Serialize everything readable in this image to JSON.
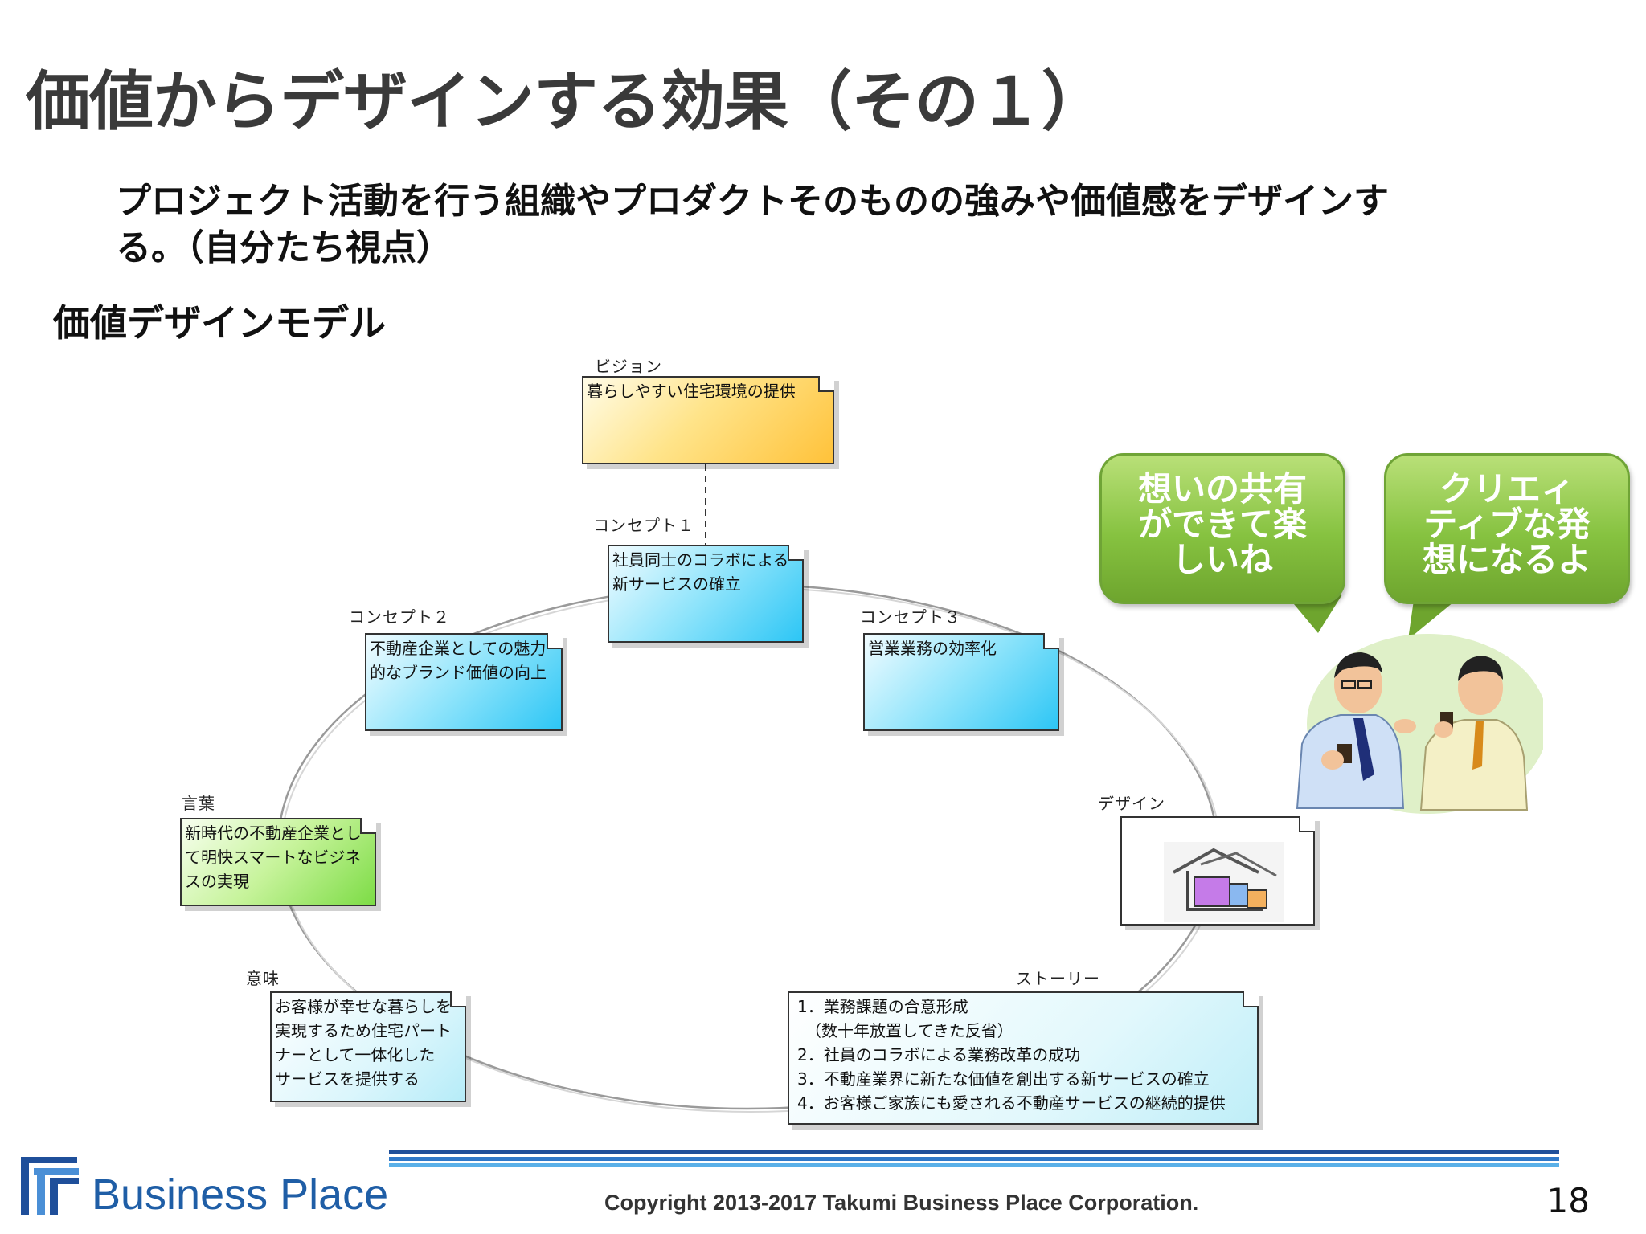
{
  "slide": {
    "title": "価値からデザインする効果（その１）",
    "intro_lines": [
      "プロジェクト活動を行う組織やプロダクトそのものの強みや価値感をデザインす",
      "る。（自分たち視点）"
    ],
    "subtitle": "価値デザインモデル"
  },
  "diagram": {
    "vision": {
      "label": "ビジョン",
      "lines": [
        "暮らしやすい住宅環境の提供"
      ]
    },
    "concept1": {
      "label": "コンセプト１",
      "lines": [
        "社員同士のコラボによる",
        "新サービスの確立"
      ]
    },
    "concept2": {
      "label": "コンセプト２",
      "lines": [
        "不動産企業としての魅力",
        "的なブランド価値の向上"
      ]
    },
    "concept3": {
      "label": "コンセプト３",
      "lines": [
        "営業業務の効率化"
      ]
    },
    "words": {
      "label": "言葉",
      "lines": [
        "新時代の不動産企業とし",
        "て明快スマートなビジネ",
        "スの実現"
      ]
    },
    "meaning": {
      "label": "意味",
      "lines": [
        "お客様が幸せな暮らしを",
        "実現するため住宅パート",
        "ナーとして一体化した",
        "サービスを提供する"
      ]
    },
    "design": {
      "label": "デザイン"
    },
    "story": {
      "label": "ストーリー",
      "lines": [
        "1．業務課題の合意形成",
        "　（数十年放置してきた反省）",
        "2．社員のコラボによる業務改革の成功",
        "3．不動産業界に新たな価値を創出する新サービスの確立",
        "4．お客様ご家族にも愛される不動産サービスの継続的提供"
      ]
    }
  },
  "bubbles": [
    {
      "lines": [
        "想いの共有",
        "ができて楽",
        "しいね"
      ]
    },
    {
      "lines": [
        "クリエィ",
        "ティブな発",
        "想になるよ"
      ]
    }
  ],
  "footer": {
    "logo_text": "Business Place",
    "copyright": "Copyright  2013-2017 Takumi Business Place Corporation.",
    "page": "18"
  },
  "colors": {
    "vision_fill": "#ffd24a",
    "concept_fill": "#45d0f8",
    "words_fill": "#8ae65a",
    "meaning_fill": "#c8f0f8",
    "bubble_green": "#86c240",
    "footer_blue": "#1f5ea6"
  }
}
